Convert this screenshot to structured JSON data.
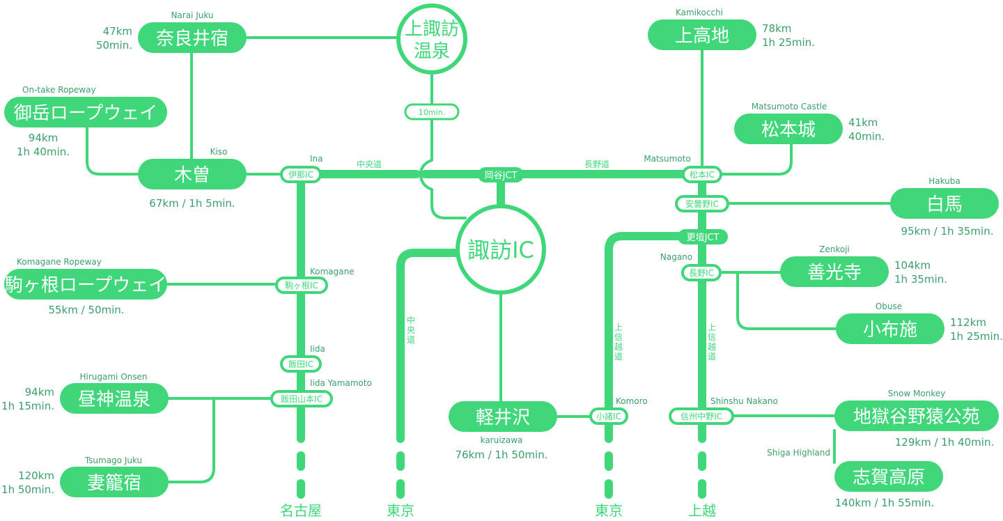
{
  "colors": {
    "accent": "#3fd77a",
    "text": "#3a9f6a",
    "background": "#ffffff"
  },
  "hubs": {
    "kamisuwa": {
      "lines": [
        "上諏訪",
        "温泉"
      ],
      "travel_time": "10min."
    },
    "suwa_ic": {
      "label": "諏訪IC"
    }
  },
  "roads": {
    "chuo_h": "中央道",
    "nagano_h": "長野道",
    "chuo_v": "中央道",
    "joshinetsu_left": "上信越道",
    "joshinetsu_right": "上信越道"
  },
  "interchanges": {
    "ina": {
      "label": "伊那IC",
      "en": "Ina"
    },
    "okaya": {
      "label": "岡谷JCT"
    },
    "matsumoto": {
      "label": "松本IC",
      "en": "Matsumoto"
    },
    "azumino": {
      "label": "安曇野IC"
    },
    "koshoku": {
      "label": "更埴JCT"
    },
    "nagano": {
      "label": "長野IC",
      "en": "Nagano"
    },
    "komagane": {
      "label": "駒ヶ根IC",
      "en": "Komagane"
    },
    "iida": {
      "label": "飯田IC",
      "en": "Iida"
    },
    "iida_yamamoto": {
      "label": "飯田山本IC",
      "en": "Iida Yamamoto"
    },
    "komoro": {
      "label": "小諸IC",
      "en": "Komoro"
    },
    "shinshu_nakano": {
      "label": "信州中野IC",
      "en": "Shinshu Nakano"
    }
  },
  "destinations": {
    "narai": {
      "ja": "奈良井宿",
      "en": "Narai Juku",
      "dist": "47km",
      "time": "50min."
    },
    "ontake": {
      "ja": "御岳ロープウェイ",
      "en": "On-take Ropeway",
      "dist": "94km",
      "time": "1h 40min."
    },
    "kiso": {
      "ja": "木曽",
      "en": "Kiso",
      "info": "67km / 1h 5min."
    },
    "komagane_rw": {
      "ja": "駒ヶ根ロープウェイ",
      "en": "Komagane Ropeway",
      "info": "55km / 50min."
    },
    "hirugami": {
      "ja": "昼神温泉",
      "en": "Hirugami Onsen",
      "dist": "94km",
      "time": "1h 15min."
    },
    "tsumago": {
      "ja": "妻籠宿",
      "en": "Tsumago Juku",
      "dist": "120km",
      "time": "1h 50min."
    },
    "karuizawa": {
      "ja": "軽井沢",
      "en": "karuizawa",
      "info": "76km / 1h 50min."
    },
    "kamikochi": {
      "ja": "上高地",
      "en": "Kamikocchi",
      "dist": "78km",
      "time": "1h 25min."
    },
    "matsumoto_castle": {
      "ja": "松本城",
      "en": "Matsumoto Castle",
      "dist": "41km",
      "time": "40min."
    },
    "hakuba": {
      "ja": "白馬",
      "en": "Hakuba",
      "info": "95km / 1h 35min."
    },
    "zenkoji": {
      "ja": "善光寺",
      "en": "Zenkoji",
      "dist": "104km",
      "time": "1h 35min."
    },
    "obuse": {
      "ja": "小布施",
      "en": "Obuse",
      "dist": "112km",
      "time": "1h 25min."
    },
    "jigokudani": {
      "ja": "地獄谷野猿公苑",
      "en": "Snow Monkey",
      "info": "129km / 1h 40min."
    },
    "shiga": {
      "ja": "志賀高原",
      "en": "Shiga Highland",
      "info": "140km / 1h 55min."
    }
  },
  "endpoints": {
    "nagoya": "名古屋",
    "tokyo_chuo": "東京",
    "tokyo_joshinetsu": "東京",
    "joetsu": "上越"
  }
}
